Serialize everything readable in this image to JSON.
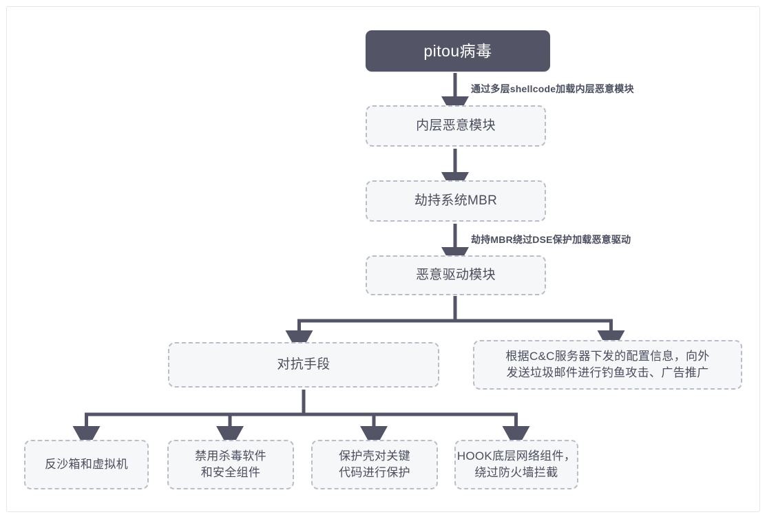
{
  "diagram": {
    "title_node": {
      "label": "pitou病毒"
    },
    "chain": [
      {
        "label": "内层恶意模块"
      },
      {
        "label": "劫持系统MBR"
      },
      {
        "label": "恶意驱动模块"
      }
    ],
    "edge_labels": [
      {
        "text": "通过多层shellcode加载内层恶意模块"
      },
      {
        "text": "劫持MBR绕过DSE保护加载恶意驱动"
      }
    ],
    "branch_row": [
      {
        "label": "对抗手段"
      },
      {
        "label": "根据C&C服务器下发的配置信息，向外\n发送垃圾邮件进行钓鱼攻击、广告推广"
      }
    ],
    "leaf_row": [
      {
        "label": "反沙箱和虚拟机"
      },
      {
        "label": "禁用杀毒软件\n和安全组件"
      },
      {
        "label": "保护壳对关键\n代码进行保护"
      },
      {
        "label": "HOOK底层网络组件，\n绕过防火墙拦截"
      }
    ],
    "colors": {
      "root_fill": "#535567",
      "root_text": "#ffffff",
      "node_fill": "#f6f7f8",
      "node_border": "#b9bdc9",
      "node_text": "#4a4d5e",
      "connector": "#535567",
      "page_border": "#e6e6e8",
      "background": "#ffffff"
    }
  }
}
